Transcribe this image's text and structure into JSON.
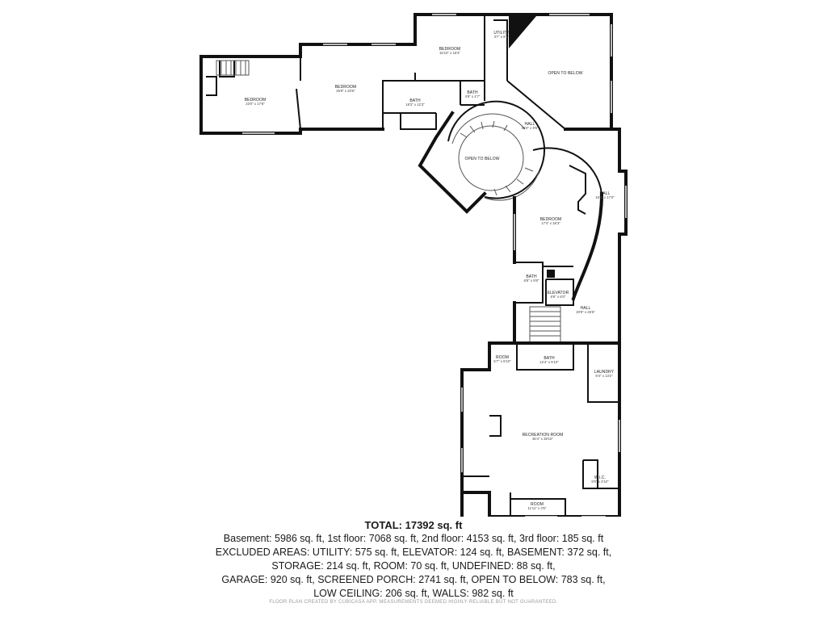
{
  "rooms": {
    "bedroom_west": {
      "name": "BEDROOM",
      "dim": "23'0\" x 17'8\""
    },
    "bedroom_center": {
      "name": "BEDROOM",
      "dim": "26'9\" x 20'6\""
    },
    "bedroom_north": {
      "name": "BEDROOM",
      "dim": "15'10\" x 15'3\""
    },
    "utility": {
      "name": "UTILITY",
      "dim": "3'7\" x 8'1\""
    },
    "open_below_ne": {
      "name": "OPEN TO BELOW",
      "dim": ""
    },
    "bath_upper": {
      "name": "BATH",
      "dim": "18'3\" x 12'3\""
    },
    "bath_small": {
      "name": "BATH",
      "dim": "4'9\" x 4'7\""
    },
    "hall_north": {
      "name": "HALL",
      "dim": "35'0\" x 9'6\""
    },
    "open_below_round": {
      "name": "OPEN TO BELOW",
      "dim": ""
    },
    "hall_east": {
      "name": "HALL",
      "dim": "15'8\" x 17'0\""
    },
    "bedroom_east": {
      "name": "BEDROOM",
      "dim": "17'4\" x 26'3\""
    },
    "bath_mid": {
      "name": "BATH",
      "dim": "6'8\" x 9'8\""
    },
    "elevator": {
      "name": "ELEVATOR",
      "dim": "6'8\" x 6'0\""
    },
    "hall_south": {
      "name": "HALL",
      "dim": "20'9\" x 25'5\""
    },
    "room_small": {
      "name": "ROOM",
      "dim": "5'7\" x 5'10\""
    },
    "bath_lower": {
      "name": "BATH",
      "dim": "12'4\" x 5'10\""
    },
    "laundry": {
      "name": "LAUNDRY",
      "dim": "8'4\" x 13'2\""
    },
    "recreation": {
      "name": "RECREATION ROOM",
      "dim": "36'4\" x 39'10\""
    },
    "wic": {
      "name": "W.I.C.",
      "dim": "8'0\" x 4'10\""
    },
    "room_bottom": {
      "name": "ROOM",
      "dim": "11'11\" x 3'5\""
    }
  },
  "summary": {
    "total": "TOTAL: 17392 sq. ft",
    "lines": [
      "Basement: 5986 sq. ft, 1st floor: 7068 sq. ft, 2nd floor: 4153 sq. ft, 3rd floor: 185 sq. ft",
      "EXCLUDED AREAS: UTILITY: 575 sq. ft, ELEVATOR: 124 sq. ft, BASEMENT: 372 sq. ft,",
      "STORAGE: 214 sq. ft, ROOM: 70 sq. ft, UNDEFINED: 88 sq. ft,",
      "GARAGE: 920 sq. ft, SCREENED PORCH: 2741 sq. ft, OPEN TO BELOW: 783 sq. ft,",
      "LOW CEILING: 206 sq. ft, WALLS: 982 sq. ft"
    ]
  },
  "footer": "FLOOR PLAN CREATED BY CUBICASA APP. MEASUREMENTS DEEMED HIGHLY RELIABLE BUT NOT GUARANTEED."
}
